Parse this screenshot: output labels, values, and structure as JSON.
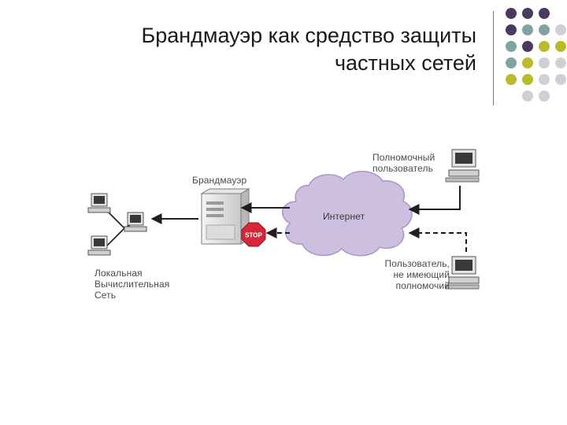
{
  "slide": {
    "title_line1": "Брандмауэр как средство защиты",
    "title_line2": "частных сетей"
  },
  "palette": {
    "purple": "#4b3960",
    "teal": "#7fa3a1",
    "olive": "#b9bb2b",
    "lightgray": "#cfd0d5",
    "cloud": "#cdbfe0",
    "stop_red": "#d6283a"
  },
  "diagram": {
    "firewall_label": "Брандмауэр",
    "internet_label": "Интернет",
    "authorized_user_label": [
      "Полномочный",
      "пользователь"
    ],
    "unauthorized_user_label": [
      "Пользователь,",
      "не имеющий",
      "полномочий"
    ],
    "lan_label": [
      "Локальная",
      "Вычислительная",
      "Сеть"
    ],
    "stop_sign_text": "STOP"
  }
}
